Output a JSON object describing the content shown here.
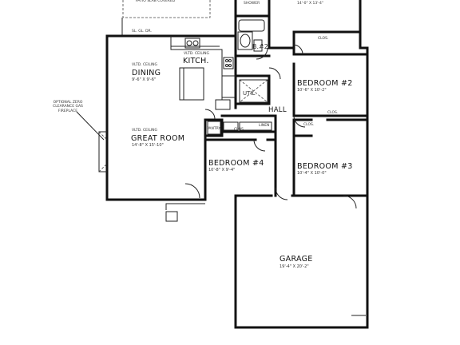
{
  "labels": {
    "kitchen_ceiling": "VLTD. CEILING",
    "kitchen": "KITCH.",
    "dining_ceiling": "VLTD. CEILING",
    "dining": "DINING",
    "dining_dim": "9'-6\" X 9'-6\"",
    "great_room_ceiling": "VLTD. CEILING",
    "great_room": "GREAT ROOM",
    "great_room_dim": "14'-8\" X 15'-10\"",
    "fireplace_note": "OPTIONAL ZERO CLEARANCE GAS FIREPLACE",
    "top_note": "PATIO SLAB COVERED",
    "shelf_label": "SL. GL. DR.",
    "shower": "SHOWER",
    "master_dim": "14'-0\" X 13'-4\"",
    "clos_master": "CLOS.",
    "bath2": "B.#2",
    "util": "UTIL",
    "hall": "HALL",
    "bedroom2": "BEDROOM #2",
    "bedroom2_dim": "10'-6\" X 10'-2\"",
    "clos_b2": "CLOS.",
    "clos_b3": "CLOS.",
    "pantry": "PANTRY",
    "clos_hall": "CLOS.",
    "linen": "LINEN",
    "bedroom4": "BEDROOM #4",
    "bedroom4_dim": "10'-8\" X 9'-4\"",
    "bedroom3": "BEDROOM #3",
    "bedroom3_dim": "10'-4\" X 10'-0\"",
    "garage": "GARAGE",
    "garage_dim": "19'-4\" X 20'-2\""
  }
}
